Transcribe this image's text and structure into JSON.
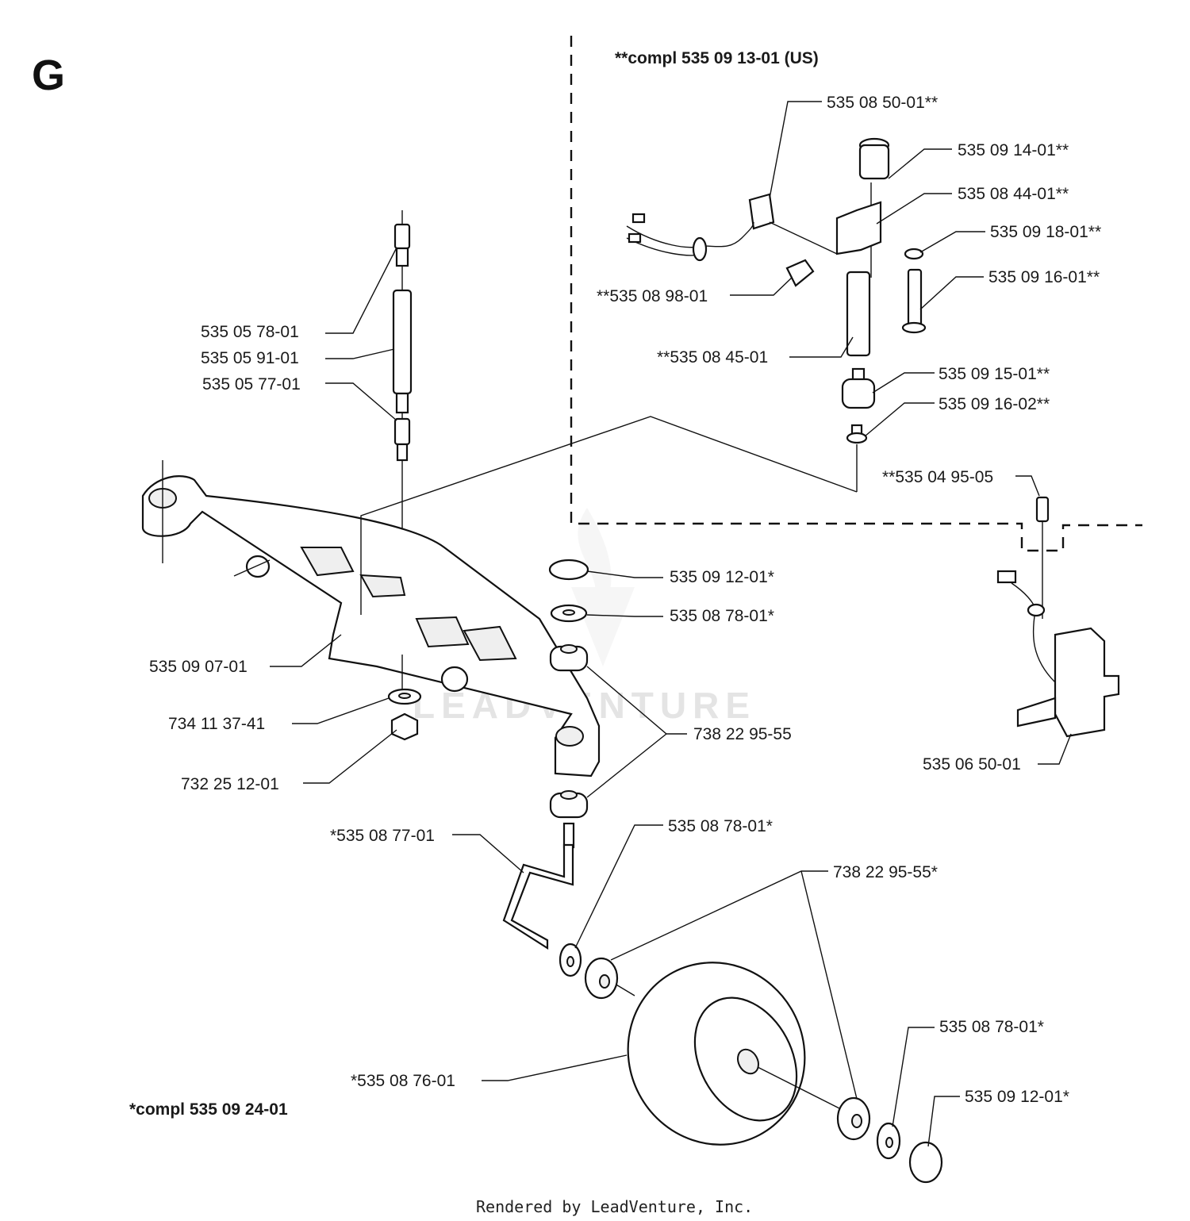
{
  "section_letter": "G",
  "footer": "Rendered by LeadVenture, Inc.",
  "watermark": "LEADVENTURE",
  "kit_us": "**compl 535 09 13-01 (US)",
  "kit_main": "*compl 535 09 24-01",
  "labels": [
    {
      "id": "p1",
      "text": "535 05 78-01"
    },
    {
      "id": "p2",
      "text": "535 05 91-01"
    },
    {
      "id": "p3",
      "text": "535 05 77-01"
    },
    {
      "id": "p4",
      "text": "535 09 07-01"
    },
    {
      "id": "p5",
      "text": "734 11 37-41"
    },
    {
      "id": "p6",
      "text": "732 25 12-01"
    },
    {
      "id": "p7",
      "text": "535 09 12-01*"
    },
    {
      "id": "p8",
      "text": "535 08 78-01*"
    },
    {
      "id": "p9",
      "text": "738 22 95-55"
    },
    {
      "id": "p10",
      "text": "*535 08 77-01"
    },
    {
      "id": "p11",
      "text": "535 08 78-01*"
    },
    {
      "id": "p12",
      "text": "738 22 95-55*"
    },
    {
      "id": "p13",
      "text": "*535 08 76-01"
    },
    {
      "id": "p14",
      "text": "535 08 78-01*"
    },
    {
      "id": "p15",
      "text": "535 09 12-01*"
    },
    {
      "id": "p16",
      "text": "535 08 50-01**"
    },
    {
      "id": "p17",
      "text": "535 09 14-01**"
    },
    {
      "id": "p18",
      "text": "535 08 44-01**"
    },
    {
      "id": "p19",
      "text": "535 09 18-01**"
    },
    {
      "id": "p20",
      "text": "535 09 16-01**"
    },
    {
      "id": "p21",
      "text": "**535 08 98-01"
    },
    {
      "id": "p22",
      "text": "**535 08 45-01"
    },
    {
      "id": "p23",
      "text": "535 09 15-01**"
    },
    {
      "id": "p24",
      "text": "535 09 16-02**"
    },
    {
      "id": "p25",
      "text": "**535 04 95-05"
    },
    {
      "id": "p26",
      "text": "535 06 50-01"
    }
  ]
}
